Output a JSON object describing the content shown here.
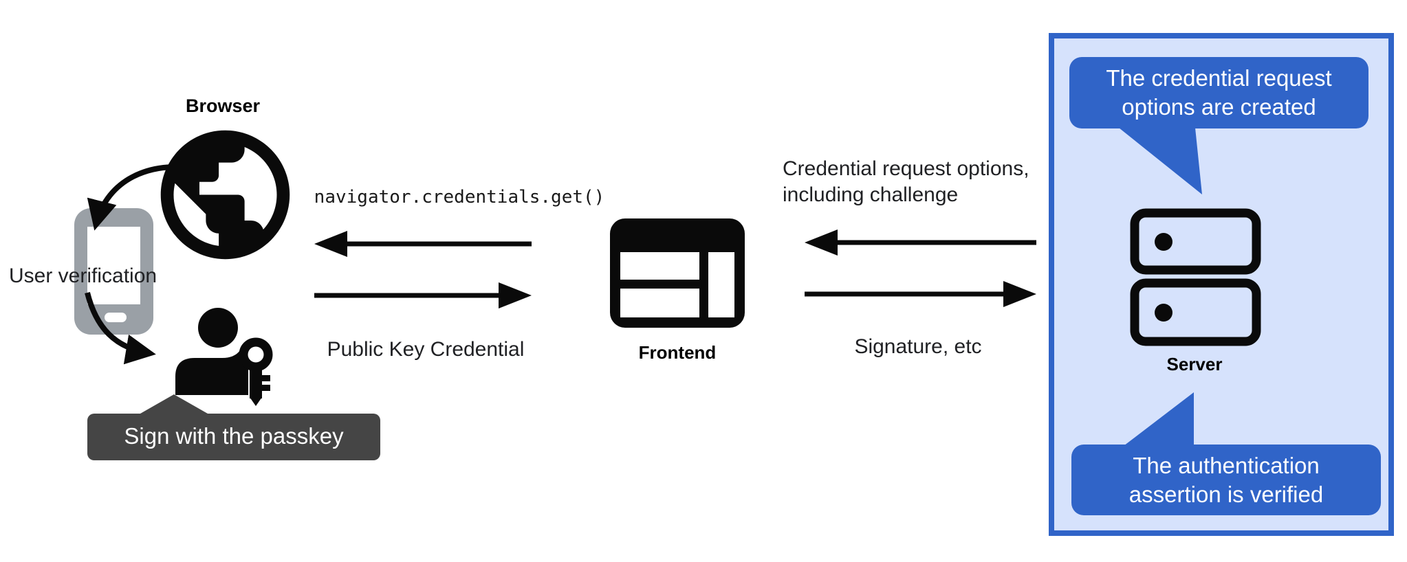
{
  "labels": {
    "browser": "Browser",
    "frontend": "Frontend",
    "server": "Server",
    "user_verification": "User verification"
  },
  "messages": {
    "navigator_call": "navigator.credentials.get()",
    "public_key_credential": "Public Key Credential",
    "credential_request_lines": [
      "Credential request options,",
      "including challenge"
    ],
    "signature": "Signature, etc"
  },
  "tooltip": {
    "sign_with_passkey": "Sign with the passkey"
  },
  "server_callouts": {
    "top_lines": [
      "The credential request",
      "options are created"
    ],
    "bottom_lines": [
      "The authentication",
      "assertion is verified"
    ]
  },
  "icons": [
    "globe-icon",
    "smartphone-icon",
    "person-with-key-icon",
    "browser-window-icon",
    "server-stack-icon"
  ],
  "colors": {
    "callout_blue": "#3064c8",
    "panel_fill": "#d6e2fc",
    "panel_border": "#3064c8",
    "tooltip_gray": "#454545",
    "phone_gray": "#9aa0a6",
    "ink": "#202124"
  }
}
